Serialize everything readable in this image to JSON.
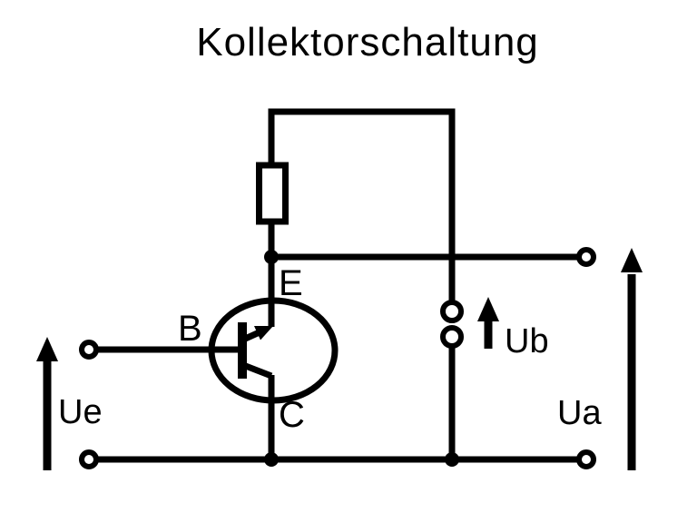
{
  "title": "Kollektorschaltung",
  "labels": {
    "base": "B",
    "emitter": "E",
    "collector": "C",
    "input_voltage": "Ue",
    "supply_voltage": "Ub",
    "output_voltage": "Ua"
  },
  "colors": {
    "ink": "#000000",
    "background": "#ffffff"
  },
  "components": {
    "resistor": "resistor-symbol",
    "transistor": "npn-transistor-symbol",
    "input_terminals": "open-circle-terminal",
    "output_terminals": "open-circle-terminal",
    "supply_terminals": "battery-terminal-circles",
    "voltage_arrows": "up-arrow"
  }
}
